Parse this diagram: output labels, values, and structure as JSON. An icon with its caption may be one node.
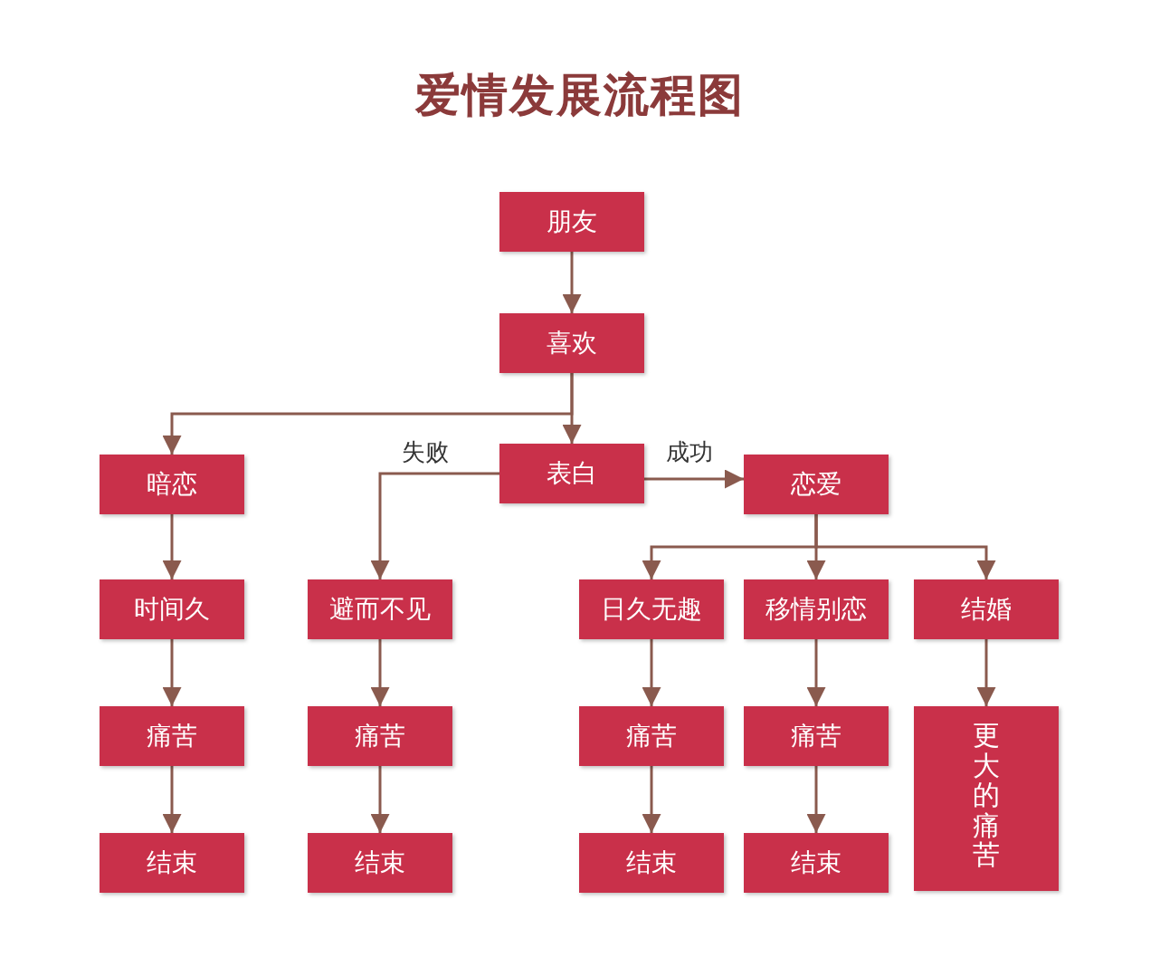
{
  "diagram": {
    "title": "爱情发展流程图",
    "nodes": [
      {
        "text": [
          "朋友"
        ]
      },
      {
        "text": [
          "喜欢"
        ]
      },
      {
        "text": [
          "暗恋"
        ]
      },
      {
        "text": [
          "表白"
        ]
      },
      {
        "text": [
          "恋爱"
        ]
      },
      {
        "text": [
          "时间久"
        ]
      },
      {
        "text": [
          "避而不见"
        ]
      },
      {
        "text": [
          "日久无趣"
        ]
      },
      {
        "text": [
          "移情别恋"
        ]
      },
      {
        "text": [
          "结婚"
        ]
      },
      {
        "text": [
          "痛苦"
        ]
      },
      {
        "text": [
          "痛苦"
        ]
      },
      {
        "text": [
          "痛苦"
        ]
      },
      {
        "text": [
          "痛苦"
        ]
      },
      {
        "text": [
          "更大的痛苦"
        ]
      },
      {
        "text": [
          "结束"
        ]
      },
      {
        "text": [
          "结束"
        ]
      },
      {
        "text": [
          "结束"
        ]
      },
      {
        "text": [
          "结束"
        ]
      }
    ],
    "edges": [
      {
        "from": 0,
        "to": 1,
        "arrow": "to"
      },
      {
        "from": 1,
        "to": 2,
        "arrow": "to"
      },
      {
        "from": 1,
        "to": 3,
        "arrow": "to"
      },
      {
        "from": 3,
        "to": 6,
        "arrow": "to",
        "label": "失败"
      },
      {
        "from": 3,
        "to": 4,
        "arrow": "to",
        "label": "成功"
      },
      {
        "from": 2,
        "to": 5,
        "arrow": "to"
      },
      {
        "from": 5,
        "to": 10,
        "arrow": "to"
      },
      {
        "from": 10,
        "to": 15,
        "arrow": "to"
      },
      {
        "from": 6,
        "to": 11,
        "arrow": "to"
      },
      {
        "from": 11,
        "to": 16,
        "arrow": "to"
      },
      {
        "from": 4,
        "to": 7,
        "arrow": "to"
      },
      {
        "from": 4,
        "to": 8,
        "arrow": "to"
      },
      {
        "from": 4,
        "to": 9,
        "arrow": "to"
      },
      {
        "from": 7,
        "to": 12,
        "arrow": "to"
      },
      {
        "from": 12,
        "to": 17,
        "arrow": "to"
      },
      {
        "from": 8,
        "to": 13,
        "arrow": "to"
      },
      {
        "from": 13,
        "to": 18,
        "arrow": "to"
      },
      {
        "from": 9,
        "to": 14,
        "arrow": "to"
      }
    ]
  }
}
